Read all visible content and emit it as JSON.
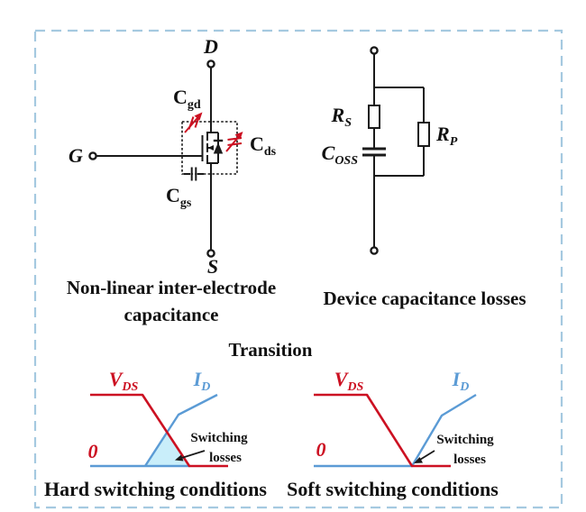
{
  "colors": {
    "red": "#cc1122",
    "blue": "#5b9bd5",
    "loss_fill": "#c9eefa",
    "border": "#a5c9e0",
    "text": "#111111"
  },
  "mosfet_circuit": {
    "terminal_d": "D",
    "terminal_g": "G",
    "terminal_s": "S",
    "cap_gd": {
      "base": "C",
      "sub": "gd"
    },
    "cap_ds": {
      "base": "C",
      "sub": "ds"
    },
    "cap_gs": {
      "base": "C",
      "sub": "gs"
    },
    "caption": "Non-linear inter-electrode capacitance"
  },
  "rc_circuit": {
    "r_series": {
      "base": "R",
      "sub": "S"
    },
    "c_oss": {
      "base": "C",
      "sub": "OSS"
    },
    "r_parallel": {
      "base": "R",
      "sub": "P"
    },
    "caption": "Device capacitance losses"
  },
  "transition_label": "Transition",
  "hard_plot": {
    "vds": {
      "base": "V",
      "sub": "DS"
    },
    "id": {
      "base": "I",
      "sub": "D"
    },
    "zero": "0",
    "annotation_line1": "Switching",
    "annotation_line2": "losses",
    "caption": "Hard switching conditions"
  },
  "soft_plot": {
    "vds": {
      "base": "V",
      "sub": "DS"
    },
    "id": {
      "base": "I",
      "sub": "D"
    },
    "zero": "0",
    "annotation_line1": "Switching",
    "annotation_line2": "losses",
    "caption": "Soft switching conditions"
  }
}
